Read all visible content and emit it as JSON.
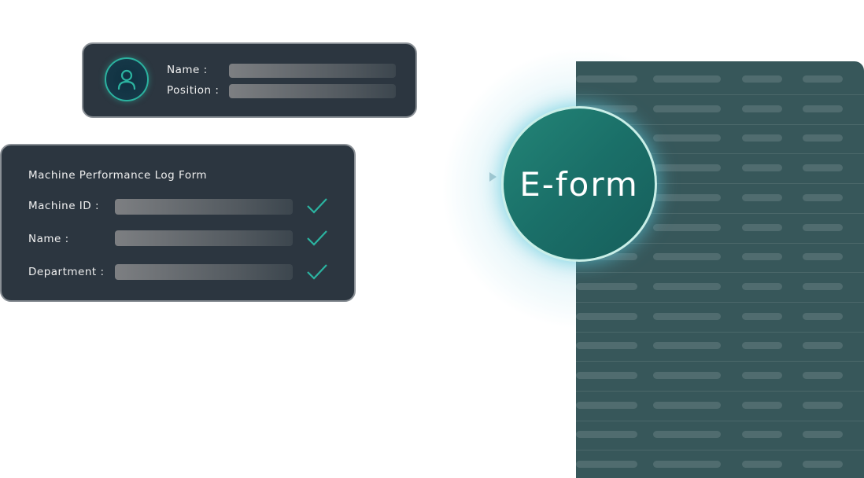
{
  "profile_card": {
    "name_label": "Name :",
    "position_label": "Position :"
  },
  "form_card": {
    "title": "Machine Performance Log Form",
    "fields": [
      {
        "label": "Machine ID :",
        "checked": true
      },
      {
        "label": "Name :",
        "checked": true
      },
      {
        "label": "Department :",
        "checked": true
      }
    ]
  },
  "badge": {
    "label": "E-form"
  },
  "colors": {
    "accent": "#2bb3a0",
    "card": "#2c3640",
    "table": "#37575a"
  }
}
